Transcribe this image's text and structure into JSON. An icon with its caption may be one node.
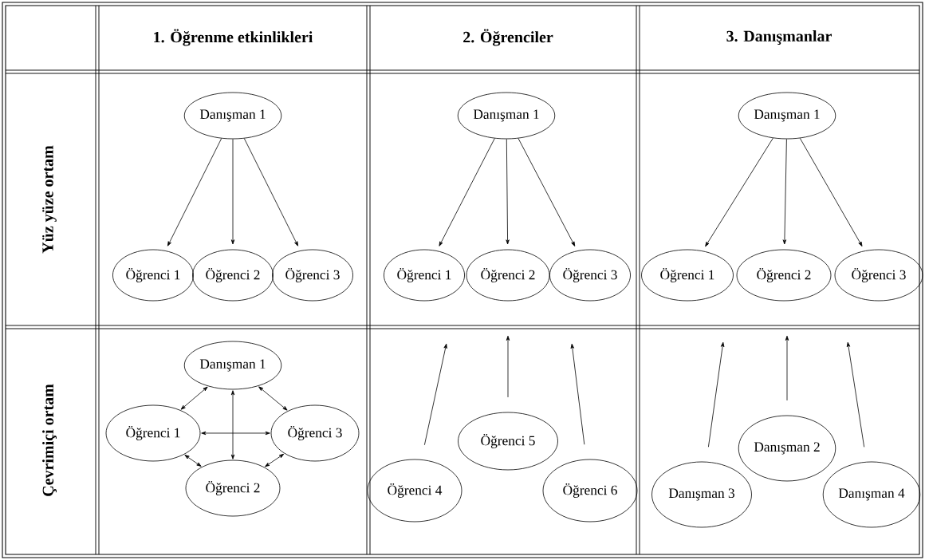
{
  "diagram": {
    "nodes": [
      {
        "text": [
          "Danışman 1"
        ]
      },
      {
        "text": [
          "Öğrenci 1"
        ]
      },
      {
        "text": [
          "Öğrenci 2"
        ]
      },
      {
        "text": [
          "Öğrenci 3"
        ]
      },
      {
        "text": [
          "Danışman 1"
        ]
      },
      {
        "text": [
          "Öğrenci 1"
        ]
      },
      {
        "text": [
          "Öğrenci 2"
        ]
      },
      {
        "text": [
          "Öğrenci 3"
        ]
      },
      {
        "text": [
          "Danışman 1"
        ]
      },
      {
        "text": [
          "Öğrenci 1"
        ]
      },
      {
        "text": [
          "Öğrenci 2"
        ]
      },
      {
        "text": [
          "Öğrenci 3"
        ]
      },
      {
        "text": [
          "Danışman 1"
        ]
      },
      {
        "text": [
          "Öğrenci 1"
        ]
      },
      {
        "text": [
          "Öğrenci 3"
        ]
      },
      {
        "text": [
          "Öğrenci 2"
        ]
      },
      {
        "text": [
          "Öğrenci 5"
        ]
      },
      {
        "text": [
          "Öğrenci 4"
        ]
      },
      {
        "text": [
          "Öğrenci 6"
        ]
      },
      {
        "text": [
          "Danışman 2"
        ]
      },
      {
        "text": [
          "Danışman 3"
        ]
      },
      {
        "text": [
          "Danışman 4"
        ]
      }
    ],
    "edges": [
      {
        "from": 0,
        "to": 1,
        "arrow": "to"
      },
      {
        "from": 0,
        "to": 2,
        "arrow": "to"
      },
      {
        "from": 0,
        "to": 3,
        "arrow": "to"
      },
      {
        "from": 4,
        "to": 5,
        "arrow": "to"
      },
      {
        "from": 4,
        "to": 6,
        "arrow": "to"
      },
      {
        "from": 4,
        "to": 7,
        "arrow": "to"
      },
      {
        "from": 8,
        "to": 9,
        "arrow": "to"
      },
      {
        "from": 8,
        "to": 10,
        "arrow": "to"
      },
      {
        "from": 8,
        "to": 11,
        "arrow": "to"
      },
      {
        "from": 12,
        "to": 13,
        "arrow": "both"
      },
      {
        "from": 12,
        "to": 14,
        "arrow": "both"
      },
      {
        "from": 13,
        "to": 14,
        "arrow": "both"
      },
      {
        "from": 12,
        "to": 15,
        "arrow": "both"
      },
      {
        "from": 13,
        "to": 15,
        "arrow": "both"
      },
      {
        "from": 14,
        "to": 15,
        "arrow": "both"
      },
      {
        "from": 17,
        "to": null,
        "arrow": "to"
      },
      {
        "from": 16,
        "to": null,
        "arrow": "to"
      },
      {
        "from": 18,
        "to": null,
        "arrow": "to"
      },
      {
        "from": 20,
        "to": null,
        "arrow": "to"
      },
      {
        "from": 19,
        "to": null,
        "arrow": "to"
      },
      {
        "from": 21,
        "to": null,
        "arrow": "to"
      }
    ],
    "labels": [
      "1. Öğrenme etkinlikleri",
      "2. Öğrenciler",
      "3. Danışmanlar",
      "Yüz yüze ortam",
      "Çevrimiçi ortam"
    ]
  }
}
